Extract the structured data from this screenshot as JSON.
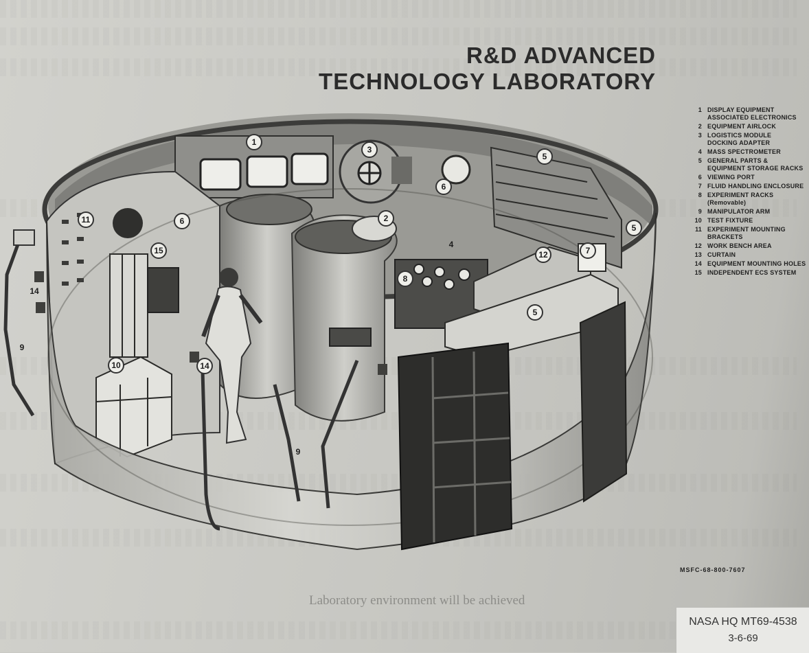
{
  "title": {
    "line1": "R&D ADVANCED",
    "line2": "TECHNOLOGY LABORATORY"
  },
  "legend": [
    {
      "num": "1",
      "label": "DISPLAY EQUIPMENT\nASSOCIATED ELECTRONICS"
    },
    {
      "num": "2",
      "label": "EQUIPMENT AIRLOCK"
    },
    {
      "num": "3",
      "label": "LOGISTICS MODULE\nDOCKING ADAPTER"
    },
    {
      "num": "4",
      "label": "MASS SPECTROMETER"
    },
    {
      "num": "5",
      "label": "GENERAL PARTS &\nEQUIPMENT STORAGE RACKS"
    },
    {
      "num": "6",
      "label": "VIEWING PORT"
    },
    {
      "num": "7",
      "label": "FLUID HANDLING ENCLOSURE"
    },
    {
      "num": "8",
      "label": "EXPERIMENT RACKS (Removable)"
    },
    {
      "num": "9",
      "label": "MANIPULATOR ARM"
    },
    {
      "num": "10",
      "label": "TEST FIXTURE"
    },
    {
      "num": "11",
      "label": "EXPERIMENT MOUNTING\nBRACKETS"
    },
    {
      "num": "12",
      "label": "WORK BENCH AREA"
    },
    {
      "num": "13",
      "label": "CURTAIN"
    },
    {
      "num": "14",
      "label": "EQUIPMENT MOUNTING HOLES"
    },
    {
      "num": "15",
      "label": "INDEPENDENT ECS SYSTEM"
    }
  ],
  "callouts": [
    "1",
    "2",
    "3",
    "4",
    "5",
    "5",
    "5",
    "6",
    "6",
    "7",
    "8",
    "9",
    "9",
    "10",
    "11",
    "12",
    "14",
    "14",
    "15"
  ],
  "figure_code": "MSFC-68-800-7607",
  "caption_fragment": "Laboratory environment will be achieved",
  "stamp": {
    "line1": "NASA HQ MT69-4538",
    "line2": "3-6-69"
  },
  "colors": {
    "paper": "#c9c9c4",
    "ink": "#2b2b2b",
    "shell_light": "#e2e2dd",
    "shell_dark": "#3a3a38"
  }
}
